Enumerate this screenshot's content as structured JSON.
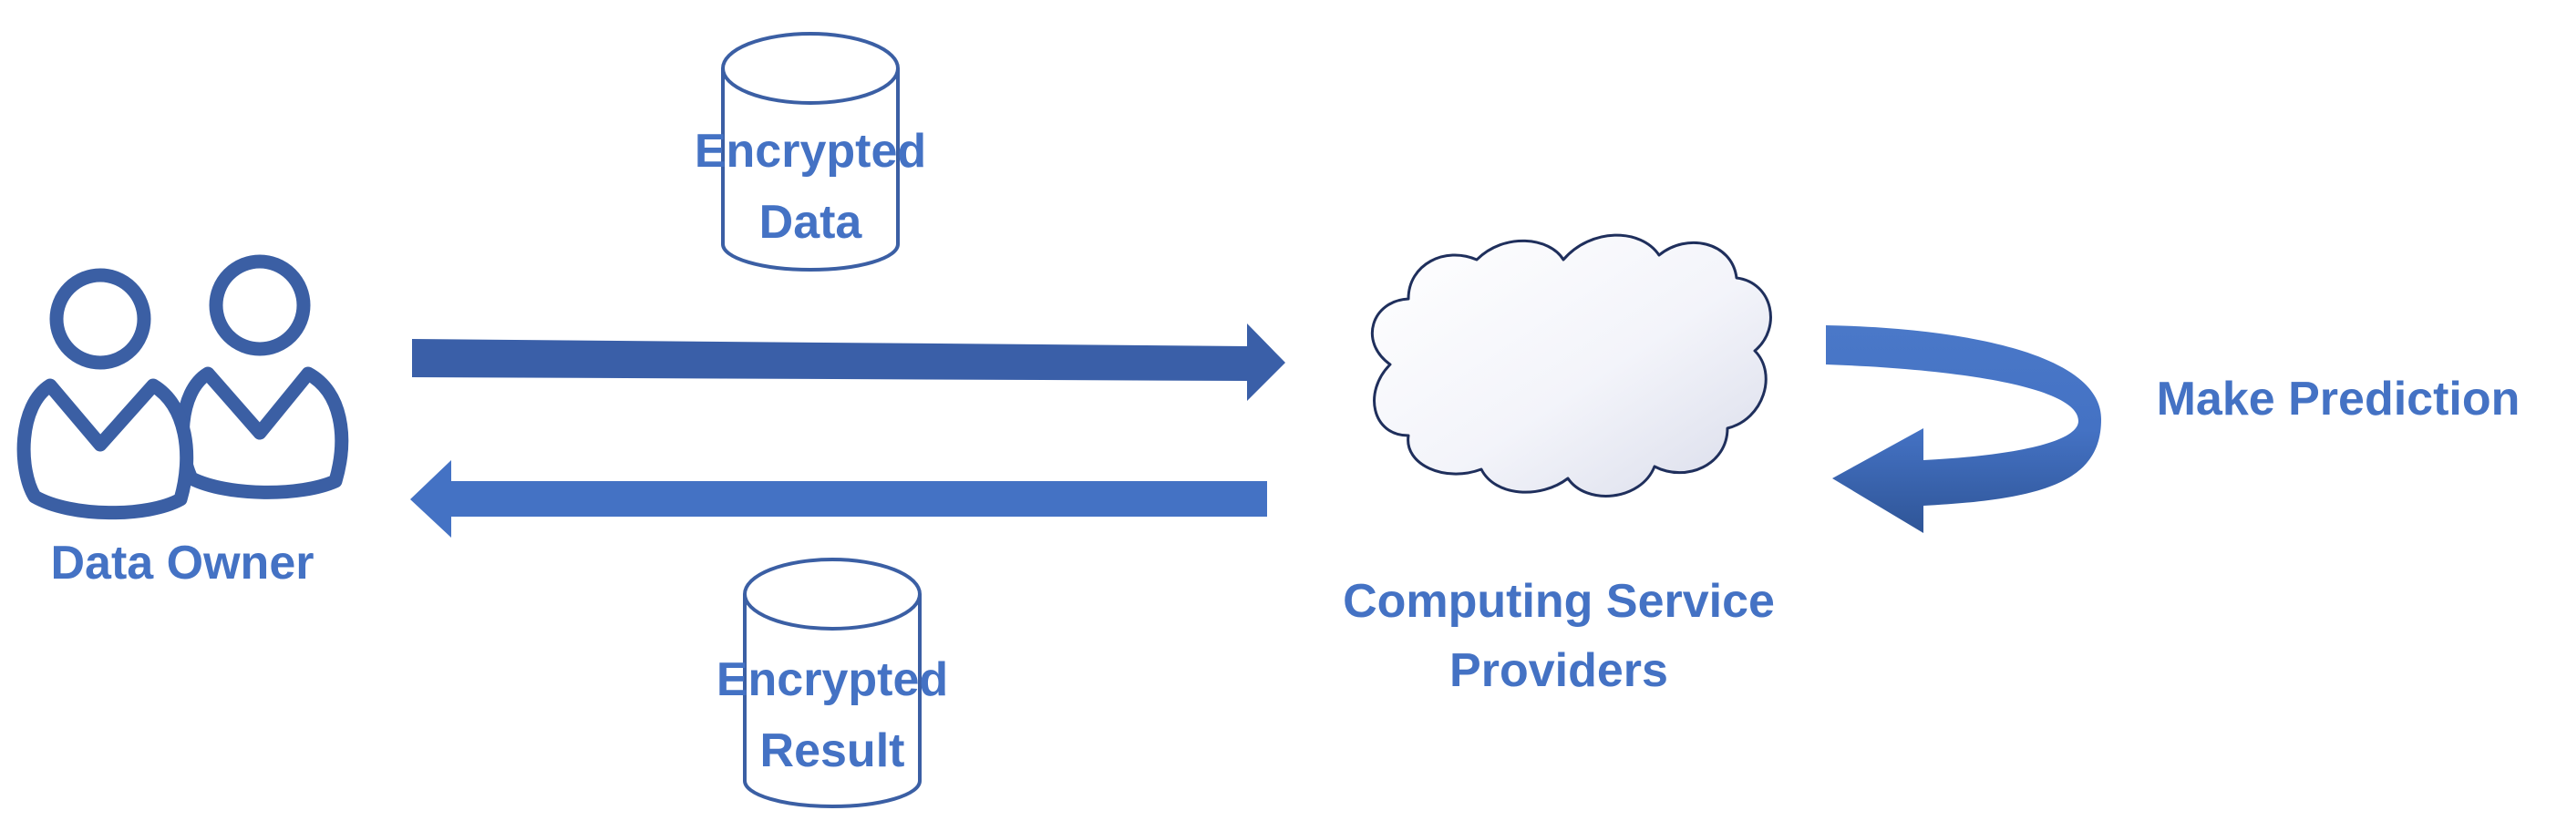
{
  "diagram": {
    "data_owner": {
      "label": "Data Owner",
      "icon": "users-icon"
    },
    "encrypted_data": {
      "line1": "Encrypted",
      "line2": "Data",
      "icon": "database-cylinder-icon"
    },
    "encrypted_result": {
      "line1": "Encrypted",
      "line2": "Result",
      "icon": "database-cylinder-icon"
    },
    "service": {
      "line1": "Computing Service",
      "line2": "Providers",
      "icon": "cloud-icon"
    },
    "prediction": {
      "label": "Make Prediction",
      "icon": "curved-arrow-icon"
    },
    "arrows": {
      "send": "arrow-right-icon",
      "return": "arrow-left-icon"
    },
    "colors": {
      "text": "#4472C4",
      "icon_stroke": "#3B5FA4",
      "arrow_dark": "#3A5FA8",
      "arrow_light": "#4472C4",
      "cylinder_stroke": "#3B5FA4",
      "cloud_stroke": "#1F2F5C"
    }
  }
}
